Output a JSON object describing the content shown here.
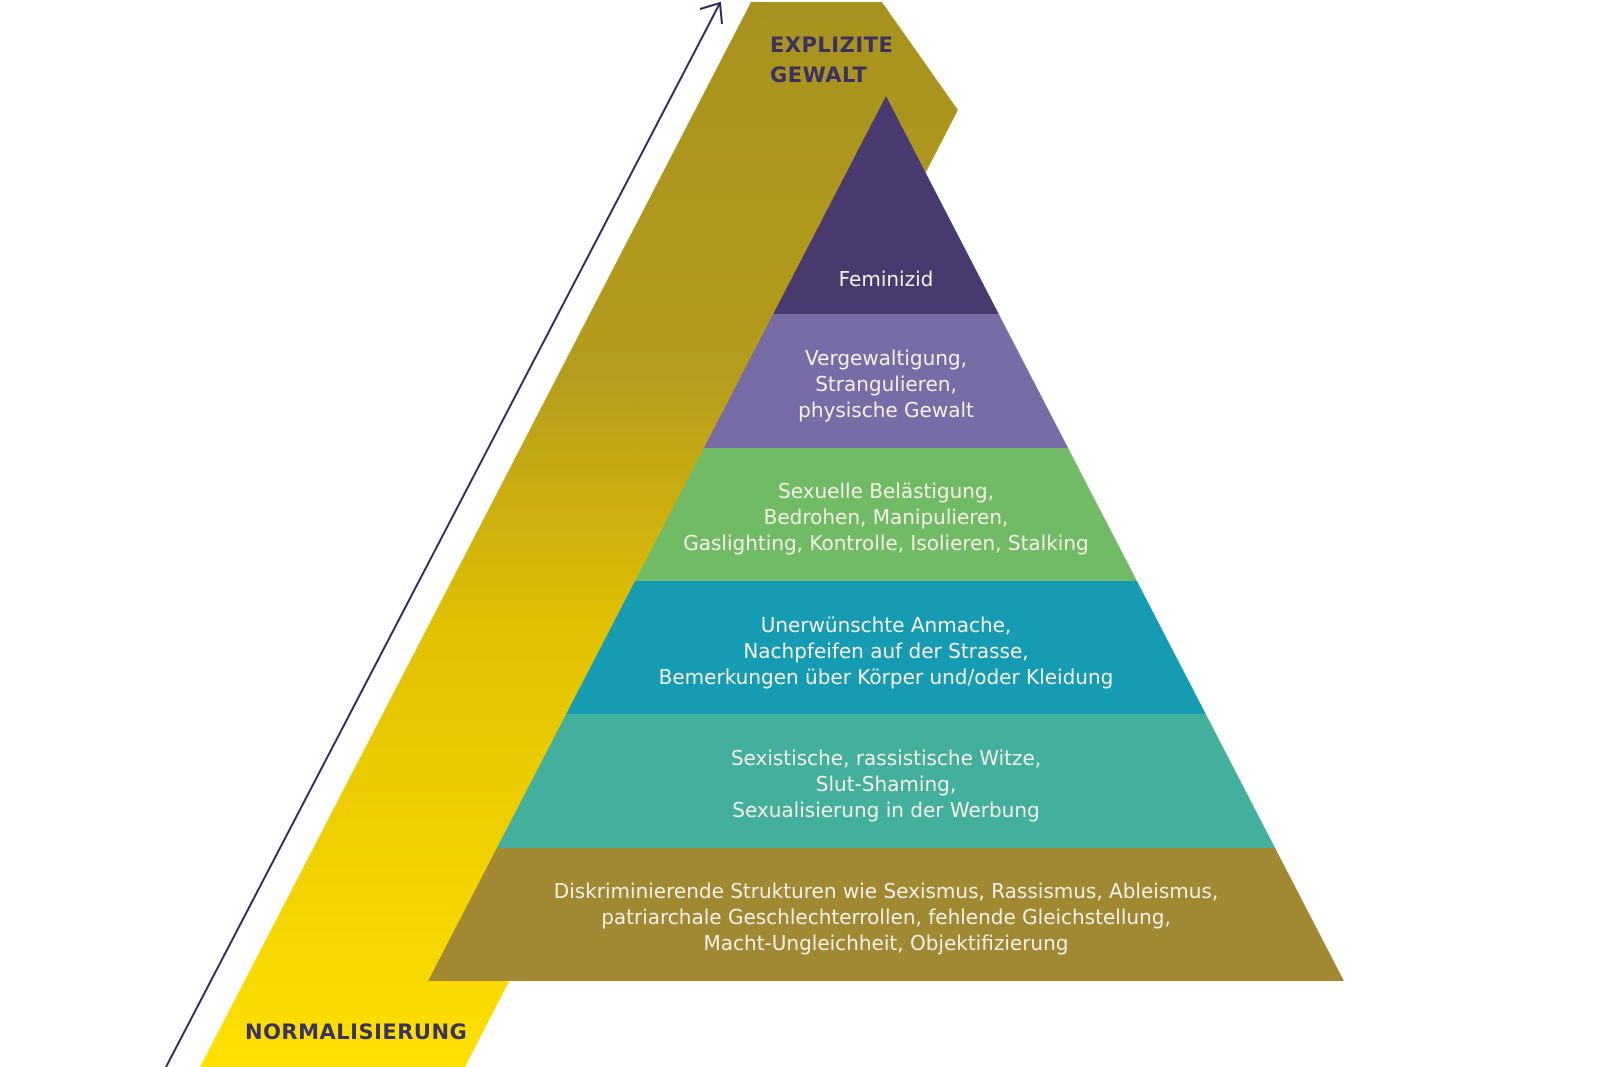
{
  "diagram": {
    "top_label": "EXPLIZITE\nGEWALT",
    "bottom_label": "NORMALISIERUNG",
    "colors": {
      "band_top": "#a8921f",
      "band_bottom": "#ffe000",
      "arrow": "#2e2a5c",
      "label_dark": "#3a3260",
      "text_light": "#f4f1e6"
    },
    "layers": [
      {
        "text": "Feminizid",
        "color": "#483a6e"
      },
      {
        "text": "Vergewaltigung,\nStrangulieren,\nphysische Gewalt",
        "color": "#776ca6"
      },
      {
        "text": "Sexuelle Belästigung,\nBedrohen, Manipulieren,\nGaslighting, Kontrolle, Isolieren, Stalking",
        "color": "#72bb66"
      },
      {
        "text": "Unerwünschte Anmache,\nNachpfeifen auf der Strasse,\nBemerkungen über Körper und/oder Kleidung",
        "color": "#169cb2"
      },
      {
        "text": "Sexistische, rassistische Witze,\nSlut-Shaming,\nSexualisierung in der Werbung",
        "color": "#43b09e"
      },
      {
        "text": "Diskriminierende Strukturen wie Sexismus, Rassismus, Ableismus,\npatriarchale Geschlechterrollen, fehlende Gleichstellung,\nMacht-Ungleichheit, Objektifizierung",
        "color": "#a18833"
      }
    ]
  }
}
